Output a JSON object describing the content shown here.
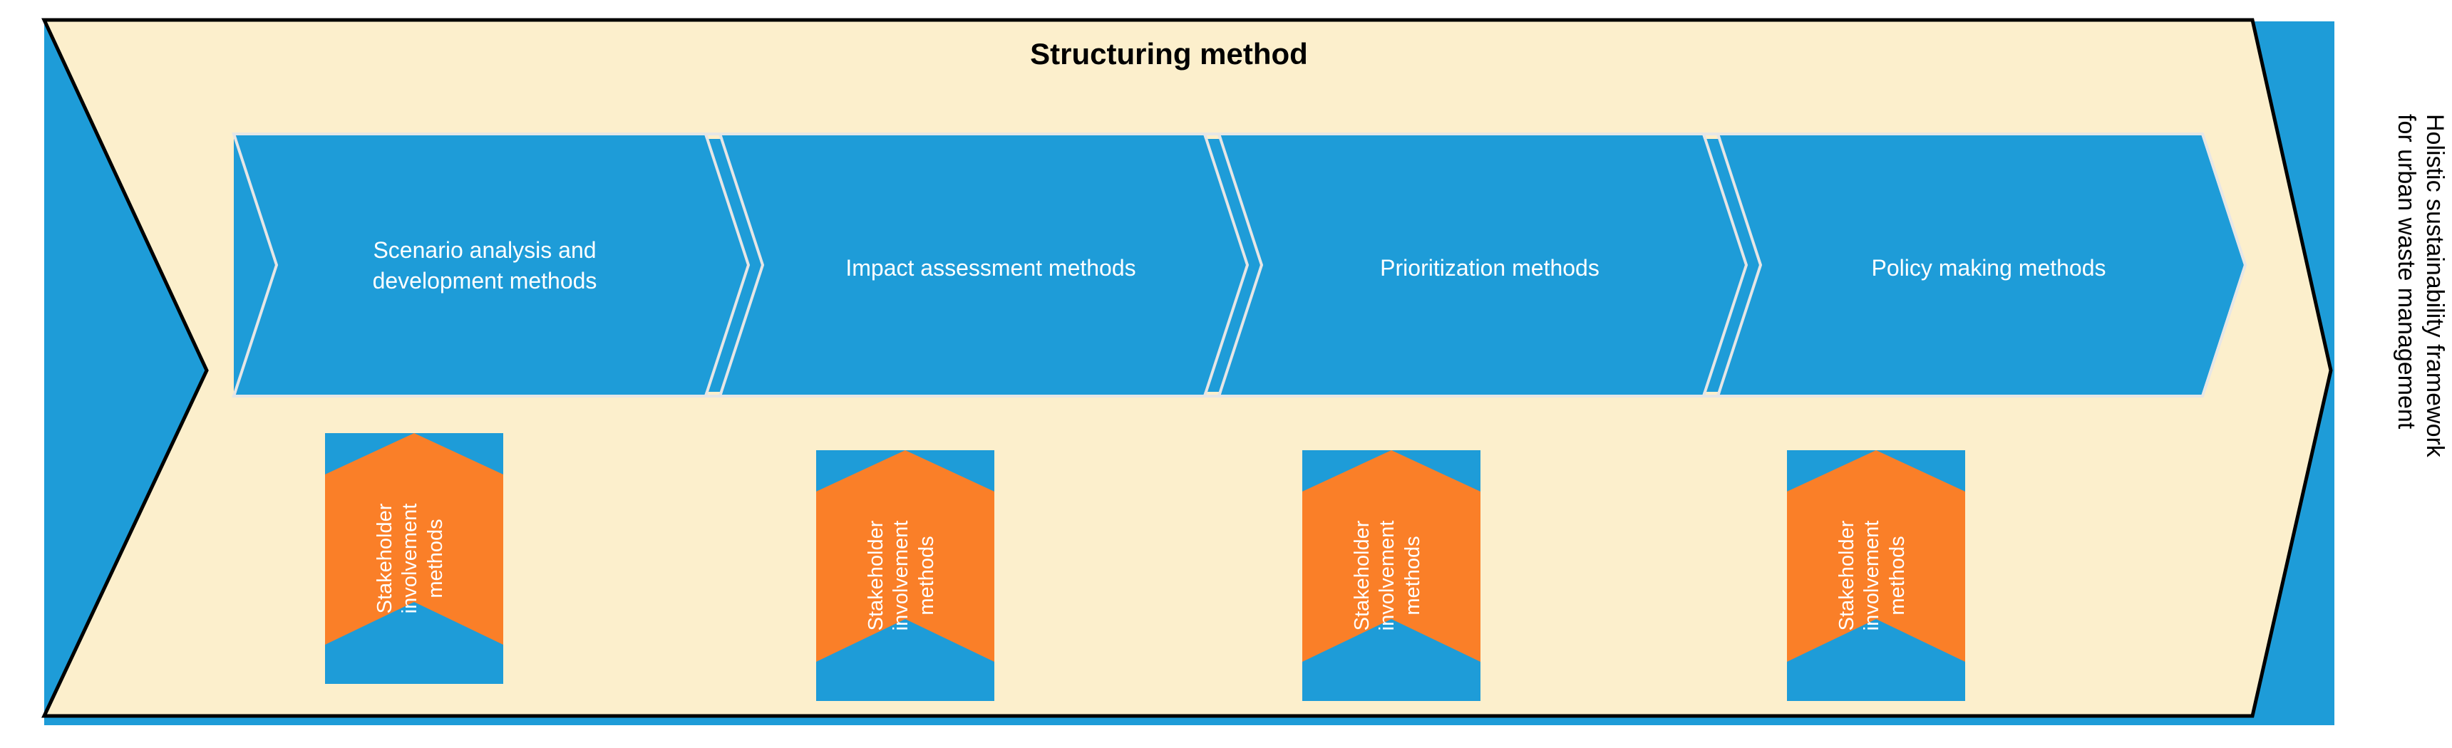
{
  "figure": {
    "title": "Structuring method",
    "side_caption_lines": [
      "Holistic sustainability framework",
      "for urban waste management"
    ],
    "side_caption": "Holistic sustainability framework for urban waste management"
  },
  "colors": {
    "blue": "#1E9CD8",
    "orange": "#FA7F28",
    "beige": "#FCEFCC",
    "outline": "#000000",
    "chevron_stroke": "#E6E6E6",
    "white": "#FFFFFF"
  },
  "process": {
    "stages": [
      {
        "id": "scenario",
        "lines": [
          "Scenario analysis and",
          "development methods"
        ],
        "label": "Scenario analysis and development methods"
      },
      {
        "id": "impact",
        "lines": [
          "Impact assessment methods"
        ],
        "label": "Impact assessment methods"
      },
      {
        "id": "prioritization",
        "lines": [
          "Prioritization methods"
        ],
        "label": "Prioritization methods"
      },
      {
        "id": "policy",
        "lines": [
          "Policy making methods"
        ],
        "label": "Policy making methods"
      }
    ]
  },
  "stakeholder_boxes": [
    {
      "id": "si-1",
      "lines": [
        "Stakeholder",
        "involvement",
        "methods"
      ],
      "label": "Stakeholder involvement methods"
    },
    {
      "id": "si-2",
      "lines": [
        "Stakeholder",
        "involvement",
        "methods"
      ],
      "label": "Stakeholder involvement methods"
    },
    {
      "id": "si-3",
      "lines": [
        "Stakeholder",
        "involvement",
        "methods"
      ],
      "label": "Stakeholder involvement methods"
    },
    {
      "id": "si-4",
      "lines": [
        "Stakeholder",
        "involvement",
        "methods"
      ],
      "label": "Stakeholder involvement methods"
    }
  ]
}
